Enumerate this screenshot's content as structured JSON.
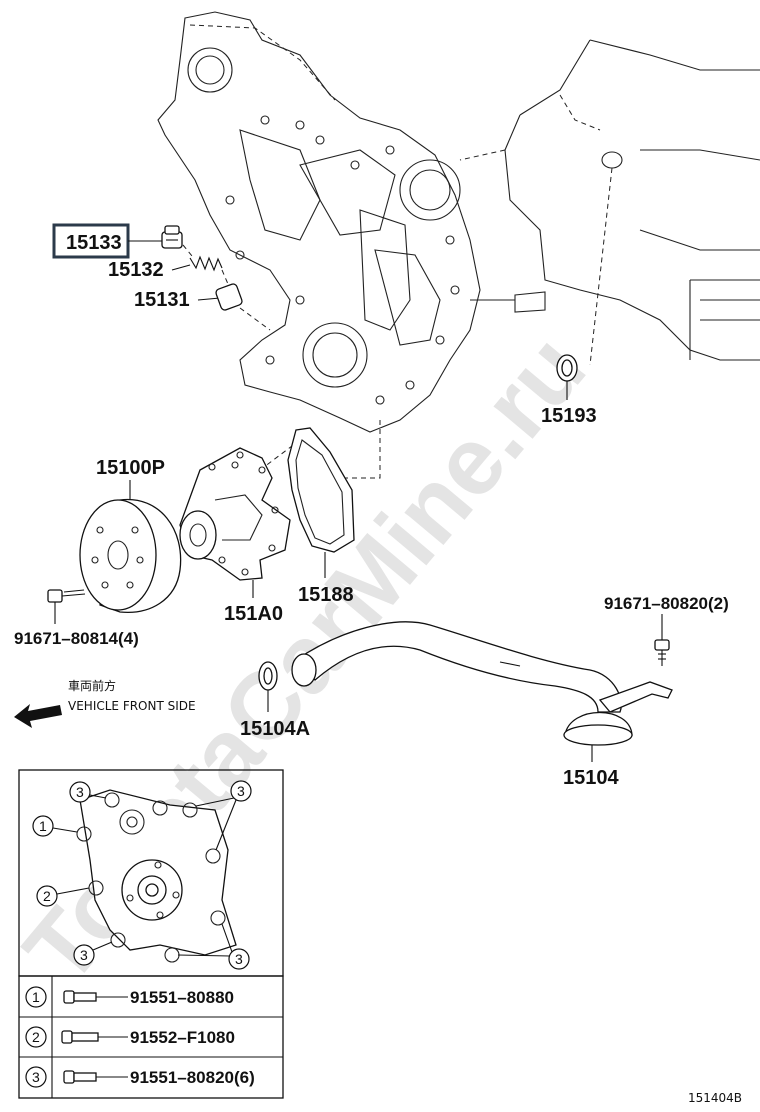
{
  "watermark": "ToyotaCarMine.ru",
  "callouts": {
    "c15133": "15133",
    "c15132": "15132",
    "c15131": "15131",
    "c15193": "15193",
    "c15100P": "15100P",
    "c151A0": "151A0",
    "c15188": "15188",
    "c91671_80814": "91671–80814(4)",
    "c91671_80820": "91671–80820(2)",
    "c15104A": "15104A",
    "c15104": "15104"
  },
  "direction": {
    "jp": "車両前方",
    "en": "VEHICLE FRONT SIDE"
  },
  "detail": {
    "markers": [
      "3",
      "1",
      "2",
      "3",
      "3",
      "3"
    ],
    "legend": [
      {
        "num": "1",
        "part": "91551–80880"
      },
      {
        "num": "2",
        "part": "91552–F1080"
      },
      {
        "num": "3",
        "part": "91551–80820(6)"
      }
    ]
  },
  "figure_id": "151404B",
  "colors": {
    "ink": "#111111",
    "highlight_box": "#2b3a4a",
    "watermark": "#e4e4e4"
  }
}
